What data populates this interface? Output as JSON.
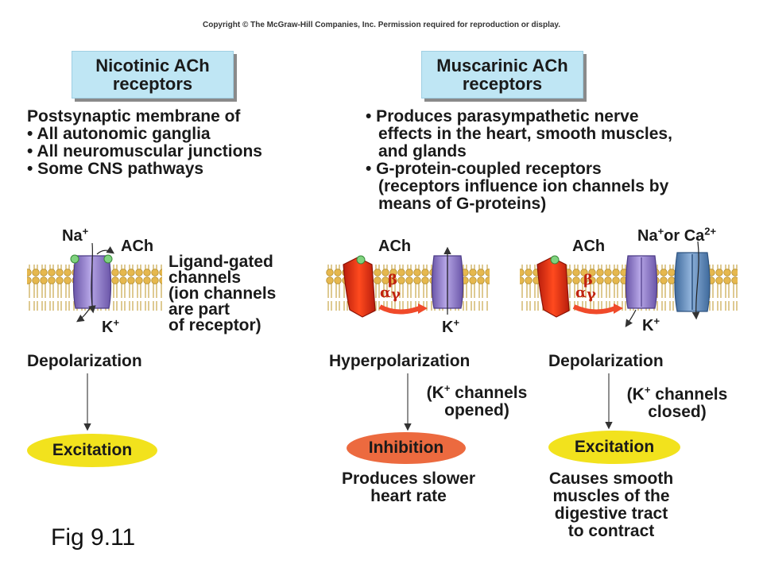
{
  "copyright": "Copyright © The McGraw-Hill Companies, Inc. Permission required for reproduction or display.",
  "figure_label": "Fig 9.11",
  "colors": {
    "header_fill": "#bfe6f4",
    "membrane": "#f0dca4",
    "head": "#e6b84e",
    "channel": "#8c77c4",
    "receptor": "#e82a12",
    "g_protein": "#f04a2a",
    "k_channel_blue": "#5b86b8",
    "excitation": "#f2e21d",
    "inhibition": "#ec6a3f"
  },
  "nicotinic": {
    "header": [
      "Nicotinic ACh",
      "receptors"
    ],
    "description": [
      "Postsynaptic membrane of",
      "• All autonomic ganglia",
      "• All neuromuscular junctions",
      "• Some CNS pathways"
    ],
    "ion_top": "Na",
    "ion_top_sup": "+",
    "ligand_label": "ACh",
    "ion_bottom": "K",
    "ion_bottom_sup": "+",
    "channel_note": [
      "Ligand-gated",
      "channels",
      "(ion channels",
      "are part",
      "of receptor)"
    ],
    "effect": "Depolarization",
    "outcome": "Excitation"
  },
  "muscarinic": {
    "header": [
      "Muscarinic ACh",
      "receptors"
    ],
    "description": [
      "• Produces parasympathetic nerve",
      "effects in the heart, smooth muscles,",
      "and glands",
      "• G-protein-coupled receptors",
      "(receptors influence ion channels by",
      "means of G-proteins)"
    ],
    "left": {
      "ligand_label": "ACh",
      "ion_bottom": "K",
      "ion_bottom_sup": "+",
      "effect": "Hyperpolarization",
      "note": [
        "(K",
        "+",
        " channels",
        "opened)"
      ],
      "outcome": "Inhibition",
      "result": [
        "Produces slower",
        "heart rate"
      ]
    },
    "right": {
      "ligand_label": "ACh",
      "ion_top": "Na",
      "ion_top_sup": "+",
      "ion_top_or": "or Ca",
      "ion_top_or_sup": "2+",
      "ion_bottom": "K",
      "ion_bottom_sup": "+",
      "effect": "Depolarization",
      "note": [
        "(K",
        "+",
        " channels",
        "closed)"
      ],
      "outcome": "Excitation",
      "result": [
        "Causes smooth",
        "muscles of the",
        "digestive tract",
        "to contract"
      ]
    },
    "g_protein_subunits": [
      "β",
      "α",
      "γ"
    ]
  }
}
